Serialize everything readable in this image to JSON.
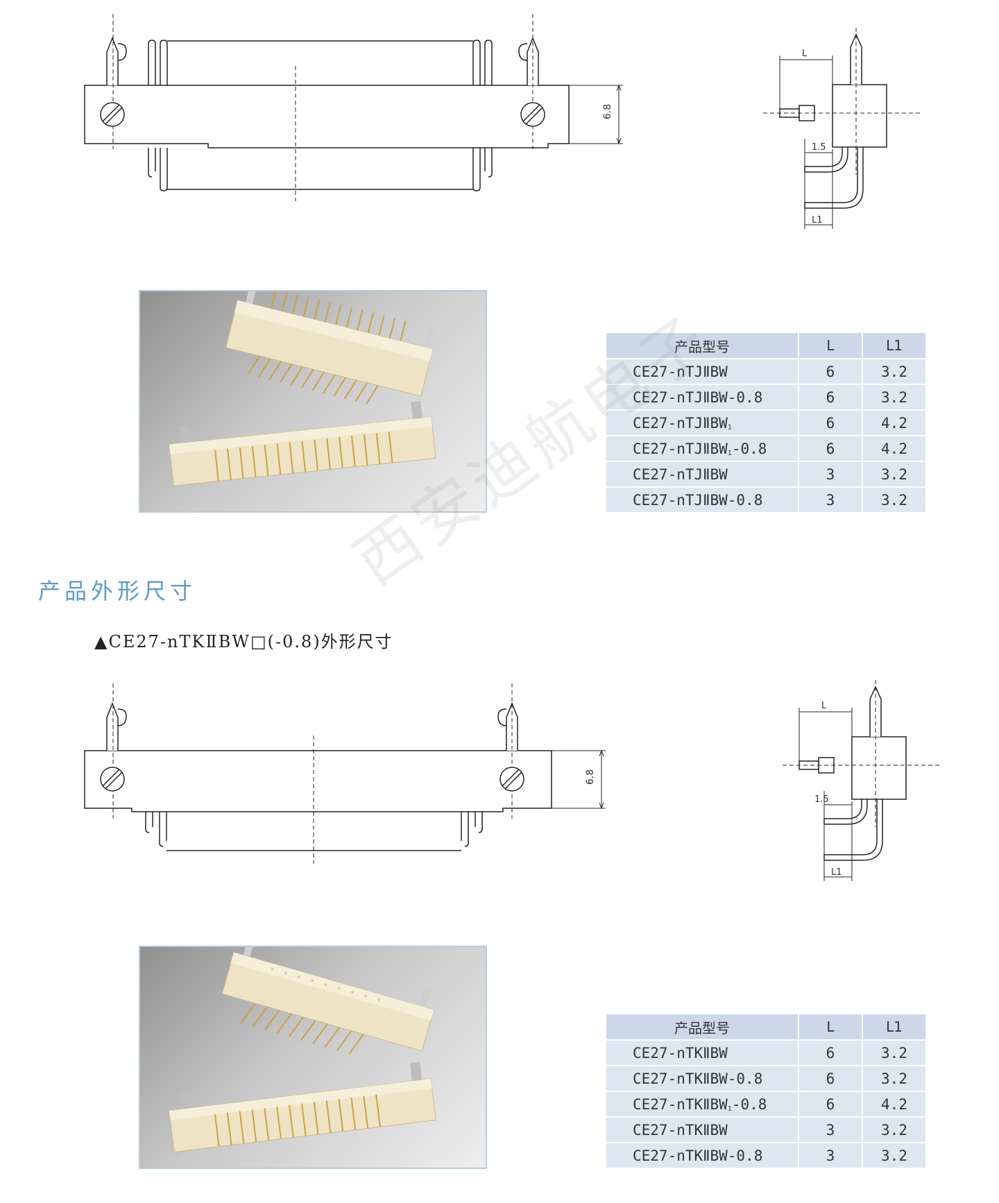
{
  "drawing1": {
    "dim_height": "6.8",
    "side_dim_L": "L",
    "side_dim_offset": "1.5",
    "side_dim_L1": "L1"
  },
  "table1": {
    "headers": [
      "产品型号",
      "L",
      "L1"
    ],
    "rows": [
      {
        "model": "CE27-nTJⅡBW",
        "sub": "",
        "suffix": "",
        "L": "6",
        "L1": "3.2"
      },
      {
        "model": "CE27-nTJⅡBW-0.8",
        "sub": "",
        "suffix": "",
        "L": "6",
        "L1": "3.2"
      },
      {
        "model": "CE27-nTJⅡBW",
        "sub": "1",
        "suffix": "",
        "L": "6",
        "L1": "4.2"
      },
      {
        "model": "CE27-nTJⅡBW",
        "sub": "1",
        "suffix": "-0.8",
        "L": "6",
        "L1": "4.2"
      },
      {
        "model": "CE27-nTJⅡBW",
        "sub": "",
        "suffix": "",
        "L": "3",
        "L1": "3.2"
      },
      {
        "model": "CE27-nTJⅡBW-0.8",
        "sub": "",
        "suffix": "",
        "L": "3",
        "L1": "3.2"
      }
    ]
  },
  "section_title": "产品外形尺寸",
  "caption": "▲CE27-nTKⅡBW□(-0.8)外形尺寸",
  "watermark": "西安迪航电子",
  "drawing2": {
    "dim_height": "6.8",
    "side_dim_L": "L",
    "side_dim_offset": "1.5",
    "side_dim_L1": "L1"
  },
  "table2": {
    "headers": [
      "产品型号",
      "L",
      "L1"
    ],
    "rows": [
      {
        "model": "CE27-nTKⅡBW",
        "sub": "",
        "suffix": "",
        "L": "6",
        "L1": "3.2"
      },
      {
        "model": "CE27-nTKⅡBW-0.8",
        "sub": "",
        "suffix": "",
        "L": "6",
        "L1": "3.2"
      },
      {
        "model": "CE27-nTKⅡBW",
        "sub": "1",
        "suffix": "-0.8",
        "L": "6",
        "L1": "4.2"
      },
      {
        "model": "CE27-nTKⅡBW",
        "sub": "",
        "suffix": "",
        "L": "3",
        "L1": "3.2"
      },
      {
        "model": "CE27-nTKⅡBW-0.8",
        "sub": "",
        "suffix": "",
        "L": "3",
        "L1": "3.2"
      }
    ]
  }
}
